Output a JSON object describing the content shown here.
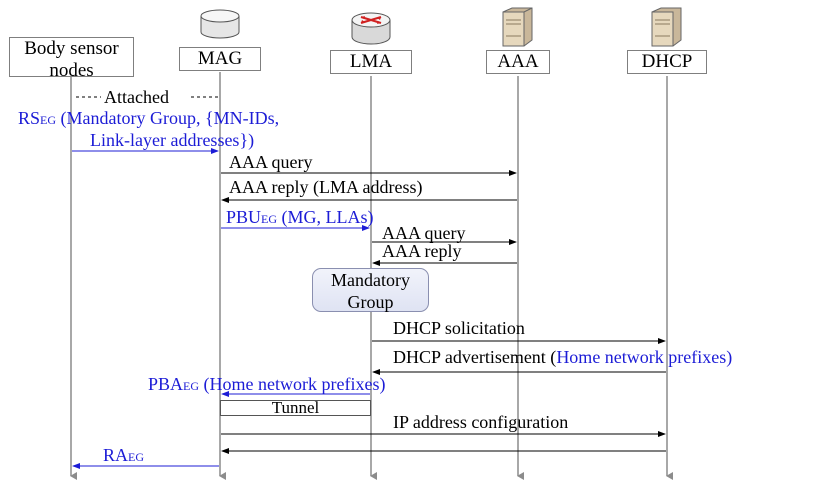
{
  "entities": {
    "body_sensor": "Body sensor nodes",
    "mag": "MAG",
    "lma": "LMA",
    "aaa": "AAA",
    "dhcp": "DHCP"
  },
  "attached": "Attached",
  "messages": {
    "rs_main": "RS",
    "rs_sub": "EG",
    "rs_line1": "(Mandatory Group, {MN-IDs,",
    "rs_line2": "Link-layer addresses})",
    "aaa_query_1": "AAA query",
    "aaa_reply_1": "AAA reply (LMA address)",
    "pbu_main": "PBU",
    "pbu_sub": "EG",
    "pbu_rest": " (MG, LLAs)",
    "aaa_query_2": "AAA query",
    "aaa_reply_2": "AAA reply",
    "mandatory_group": "Mandatory Group",
    "dhcp_solicitation": "DHCP solicitation",
    "dhcp_adv_black": "DHCP advertisement (",
    "dhcp_adv_blue": "Home network prefixes",
    "dhcp_adv_close": ")",
    "pba_main": "PBA",
    "pba_sub": "EG",
    "pba_rest": " (Home network prefixes)",
    "tunnel": "Tunnel",
    "ip_config": "IP address configuration",
    "ra_main": "RA",
    "ra_sub": "EG"
  },
  "colors": {
    "blue": "#1c1cd6",
    "lifeline": "#7f7f7f",
    "black": "#000000"
  },
  "icons": {
    "mag": "router-disc-icon",
    "lma": "router-red-arrows-icon",
    "aaa": "server-tower-icon",
    "dhcp": "server-tower-icon"
  }
}
